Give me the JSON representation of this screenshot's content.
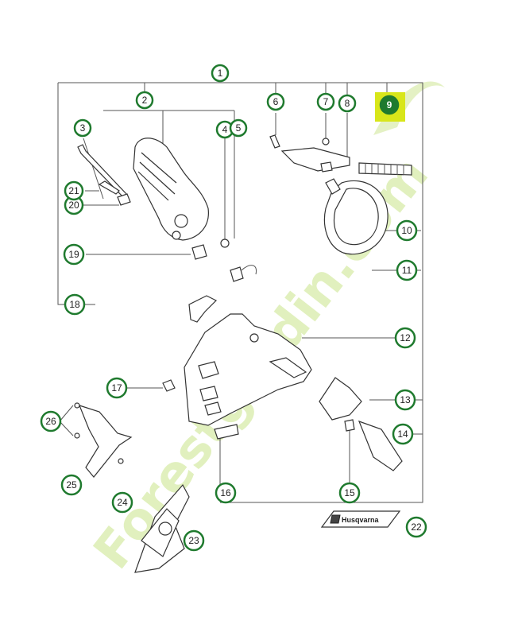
{
  "callouts": [
    {
      "id": "1",
      "label": "1"
    },
    {
      "id": "2",
      "label": "2"
    },
    {
      "id": "3",
      "label": "3"
    },
    {
      "id": "4",
      "label": "4"
    },
    {
      "id": "5",
      "label": "5"
    },
    {
      "id": "6",
      "label": "6"
    },
    {
      "id": "7",
      "label": "7"
    },
    {
      "id": "8",
      "label": "8"
    },
    {
      "id": "9",
      "label": "9"
    },
    {
      "id": "10",
      "label": "10"
    },
    {
      "id": "11",
      "label": "11"
    },
    {
      "id": "12",
      "label": "12"
    },
    {
      "id": "13",
      "label": "13"
    },
    {
      "id": "14",
      "label": "14"
    },
    {
      "id": "15",
      "label": "15"
    },
    {
      "id": "16",
      "label": "16"
    },
    {
      "id": "17",
      "label": "17"
    },
    {
      "id": "18",
      "label": "18"
    },
    {
      "id": "19",
      "label": "19"
    },
    {
      "id": "20",
      "label": "20"
    },
    {
      "id": "21",
      "label": "21"
    },
    {
      "id": "22",
      "label": "22"
    },
    {
      "id": "23",
      "label": "23"
    },
    {
      "id": "24",
      "label": "24"
    },
    {
      "id": "25",
      "label": "25"
    },
    {
      "id": "26",
      "label": "26"
    }
  ],
  "highlighted_callout": "9",
  "brand_label": "Husqvarna",
  "watermark": "Forestgardin.com",
  "colors": {
    "callout_ring": "#1f7a2e",
    "highlight_fill": "#d8e61a",
    "watermark": "#c9e48a"
  }
}
